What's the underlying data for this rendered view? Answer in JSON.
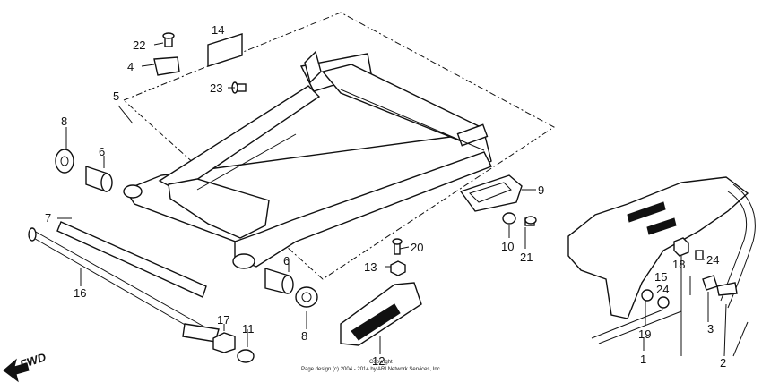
{
  "diagram": {
    "labels": {
      "p1": "1",
      "p2": "2",
      "p3": "3",
      "p4": "4",
      "p5": "5",
      "p6a": "6",
      "p6b": "6",
      "p7": "7",
      "p8a": "8",
      "p8b": "8",
      "p9": "9",
      "p10": "10",
      "p11": "11",
      "p12": "12",
      "p13": "13",
      "p14": "14",
      "p15": "15",
      "p16": "16",
      "p17": "17",
      "p18": "18",
      "p19": "19",
      "p20": "20",
      "p21": "21",
      "p22": "22",
      "p23": "23",
      "p24a": "24",
      "p24b": "24"
    },
    "fwd_label": "FWD",
    "footer_line1": "Copyright",
    "footer_line2": "Page design (c) 2004 - 2014 by ARI Network Services, Inc."
  }
}
